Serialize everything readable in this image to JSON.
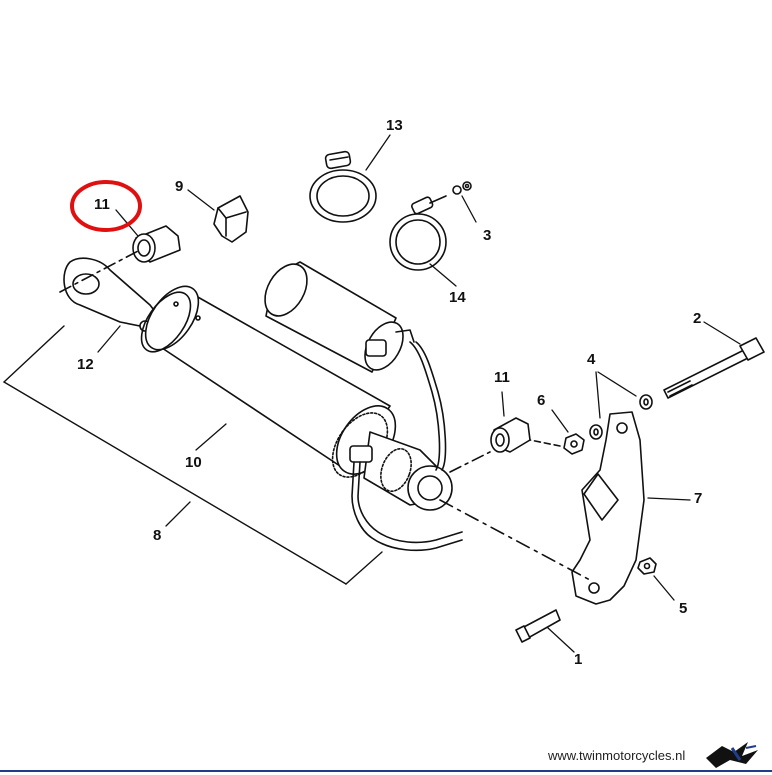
{
  "callouts": {
    "c1": "1",
    "c2": "2",
    "c3": "3",
    "c4": "4",
    "c5": "5",
    "c6": "6",
    "c7": "7",
    "c8": "8",
    "c9": "9",
    "c10": "10",
    "c11_top": "11",
    "c11_right": "11",
    "c12": "12",
    "c13": "13",
    "c14": "14"
  },
  "highlight_color": "#e01010",
  "footer": {
    "url": "www.twinmotorcycles.nl"
  }
}
